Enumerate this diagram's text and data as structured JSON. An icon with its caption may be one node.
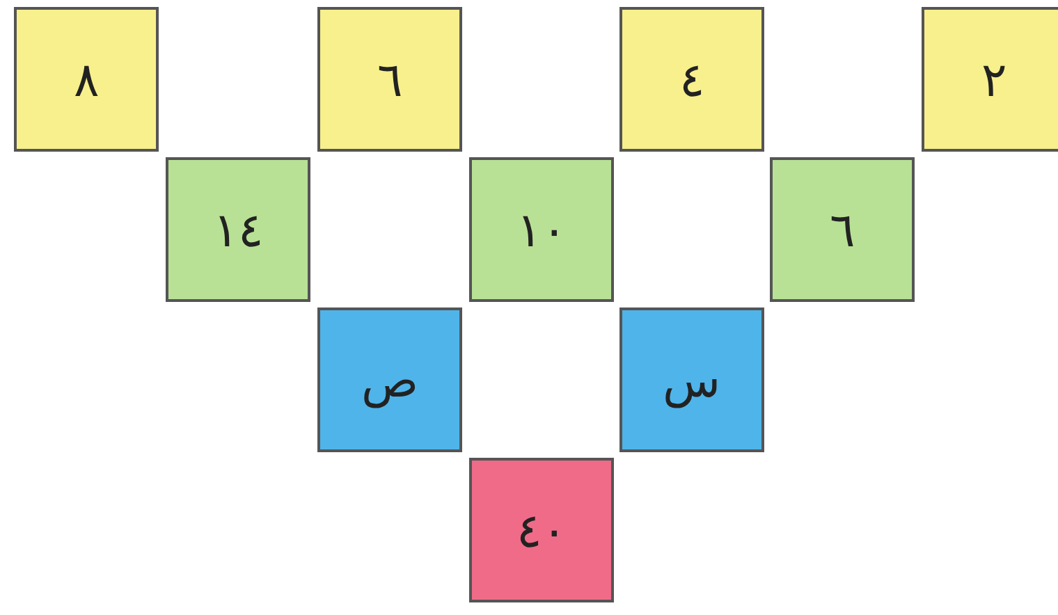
{
  "diagram": {
    "nodes": [
      {
        "text": [
          "٨"
        ]
      },
      {
        "text": [
          "٦"
        ]
      },
      {
        "text": [
          "٤"
        ]
      },
      {
        "text": [
          "٢"
        ]
      },
      {
        "text": [
          "١٤"
        ]
      },
      {
        "text": [
          "١٠"
        ]
      },
      {
        "text": [
          "٦"
        ]
      },
      {
        "text": [
          "ص"
        ]
      },
      {
        "text": [
          "س"
        ]
      },
      {
        "text": [
          "٤٠"
        ]
      }
    ]
  }
}
